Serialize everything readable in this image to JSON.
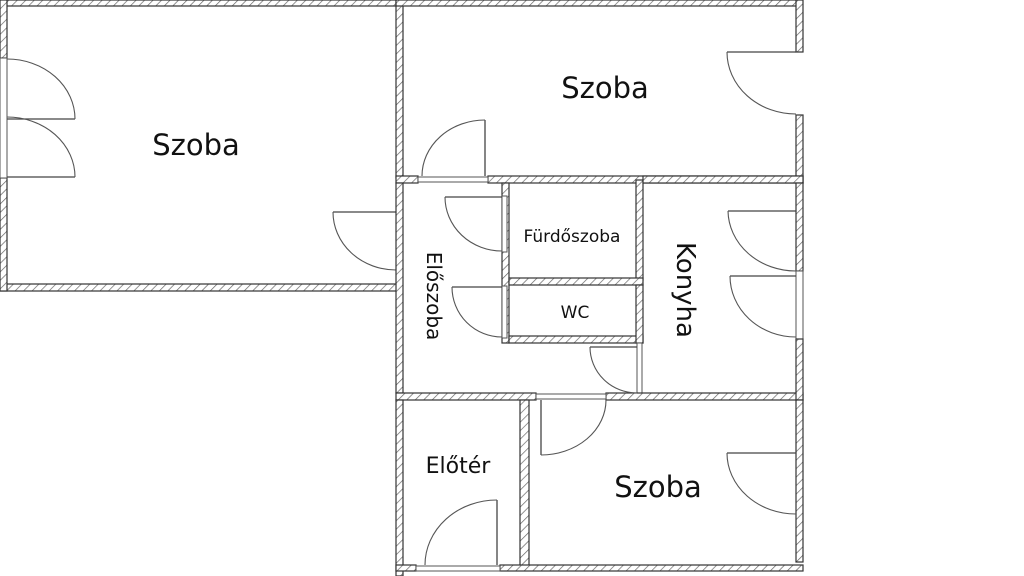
{
  "floorplan": {
    "rooms": [
      {
        "id": "room-left",
        "label": "Szoba"
      },
      {
        "id": "room-top-right",
        "label": "Szoba"
      },
      {
        "id": "hallway",
        "label": "Előszoba"
      },
      {
        "id": "bathroom",
        "label": "Fürdőszoba"
      },
      {
        "id": "wc",
        "label": "WC"
      },
      {
        "id": "kitchen",
        "label": "Konyha"
      },
      {
        "id": "vestibule",
        "label": "Előtér"
      },
      {
        "id": "room-bottom-right",
        "label": "Szoba"
      }
    ],
    "colors": {
      "wall_stroke": "#333333",
      "background": "#ffffff",
      "text": "#111111"
    }
  }
}
